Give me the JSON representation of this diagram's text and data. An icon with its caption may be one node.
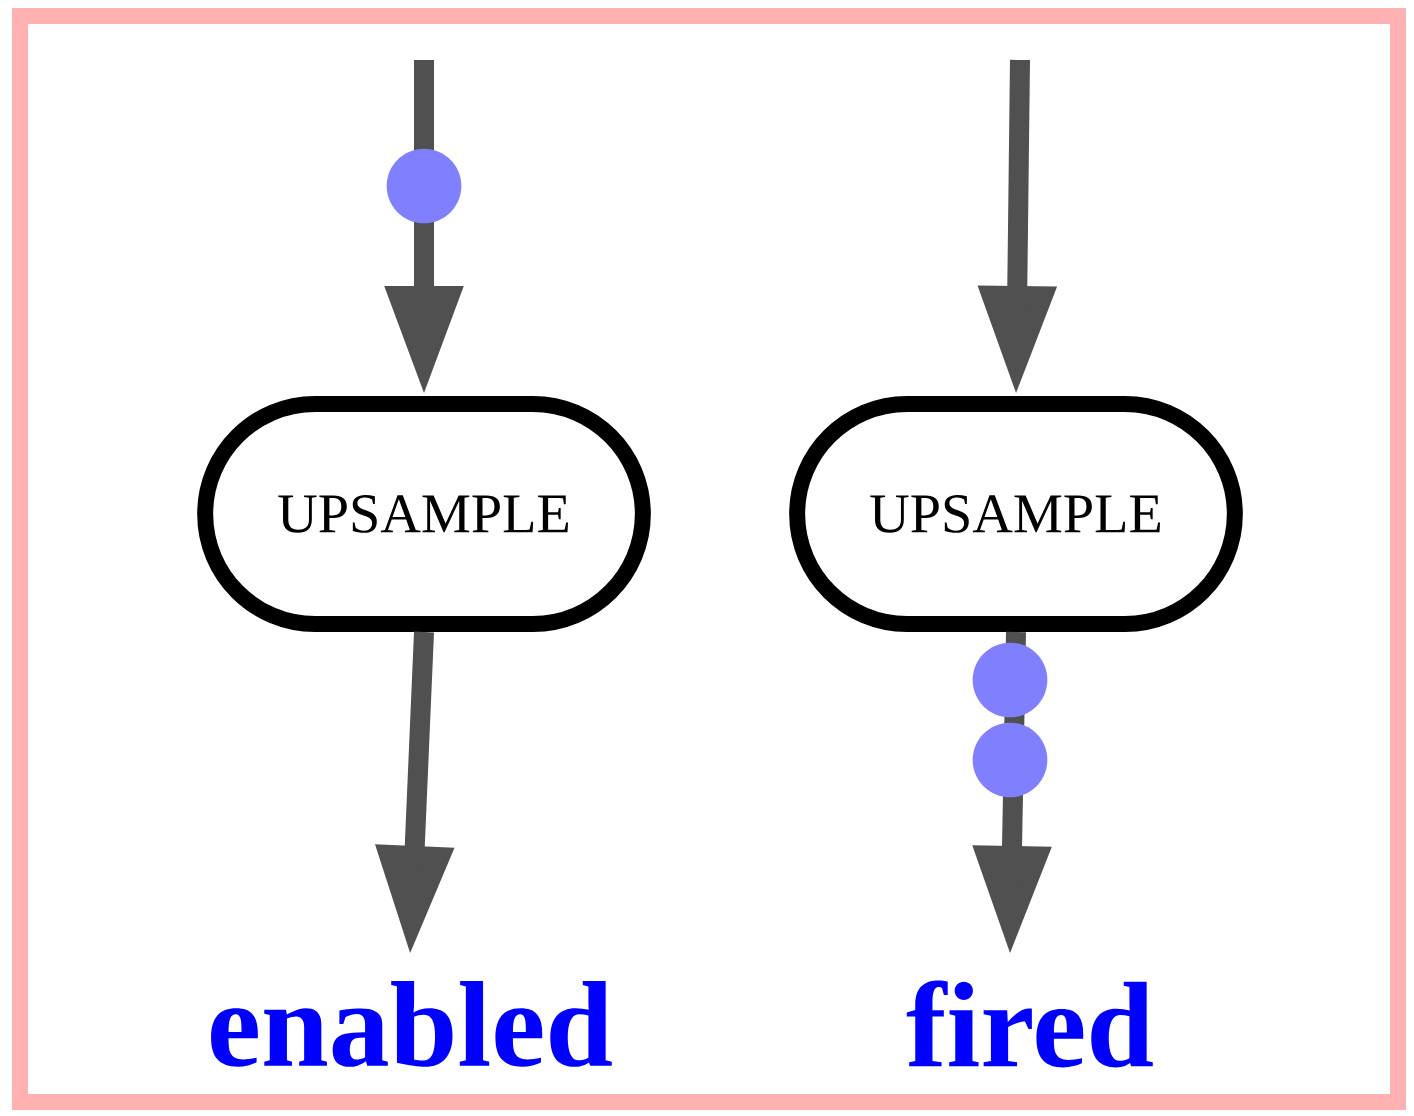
{
  "diagram": {
    "nodes": [
      {
        "text": [
          "UPSAMPLE"
        ]
      },
      {
        "text": [
          "UPSAMPLE"
        ]
      }
    ],
    "edges": [
      {
        "from": null,
        "to": 0,
        "arrow": "to"
      },
      {
        "from": 0,
        "to": null,
        "arrow": "to"
      },
      {
        "from": null,
        "to": 1,
        "arrow": "to"
      },
      {
        "from": 1,
        "to": null,
        "arrow": "to"
      }
    ],
    "labels": [
      "enabled",
      "fired"
    ]
  }
}
